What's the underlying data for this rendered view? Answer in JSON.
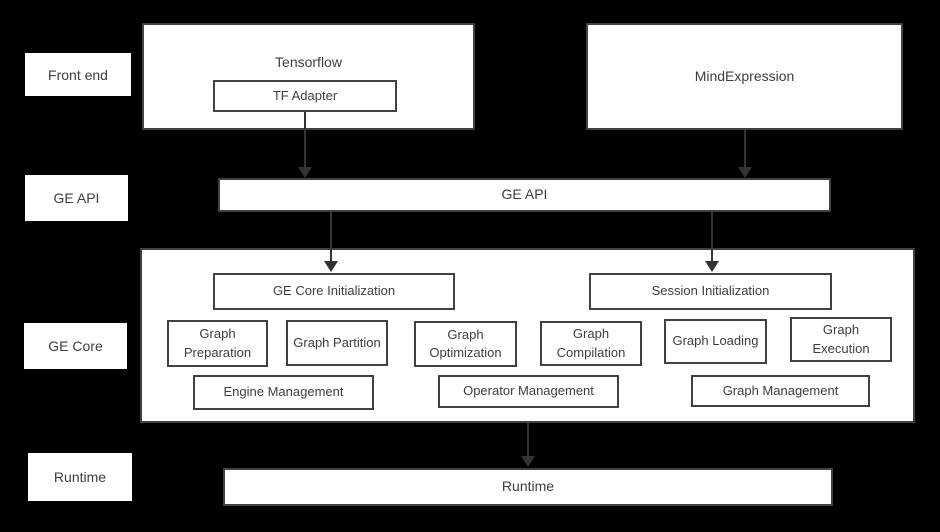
{
  "palette": {
    "background": "#000000",
    "box_fill": "#ffffff",
    "border": "#414141",
    "text": "#3e3e3e",
    "arrow": "#333333"
  },
  "side_labels": {
    "front_end": "Front end",
    "ge_api": "GE API",
    "ge_core": "GE Core",
    "runtime": "Runtime"
  },
  "front_end_layer": {
    "tensorflow_label": "Tensorflow",
    "tf_adapter_label": "TF Adapter",
    "mind_expression_label": "MindExpression"
  },
  "ge_api_layer": {
    "label": "GE API"
  },
  "ge_core_layer": {
    "ge_core_initialization": "GE Core Initialization",
    "session_initialization": "Session Initialization",
    "graph_preparation": "Graph Preparation",
    "graph_partition": "Graph Partition",
    "graph_optimization": "Graph Optimization",
    "graph_compilation": "Graph Compilation",
    "graph_loading": "Graph Loading",
    "graph_execution": "Graph Execution",
    "engine_management": "Engine Management",
    "operator_management": "Operator Management",
    "graph_management": "Graph Management"
  },
  "runtime_layer": {
    "label": "Runtime"
  }
}
